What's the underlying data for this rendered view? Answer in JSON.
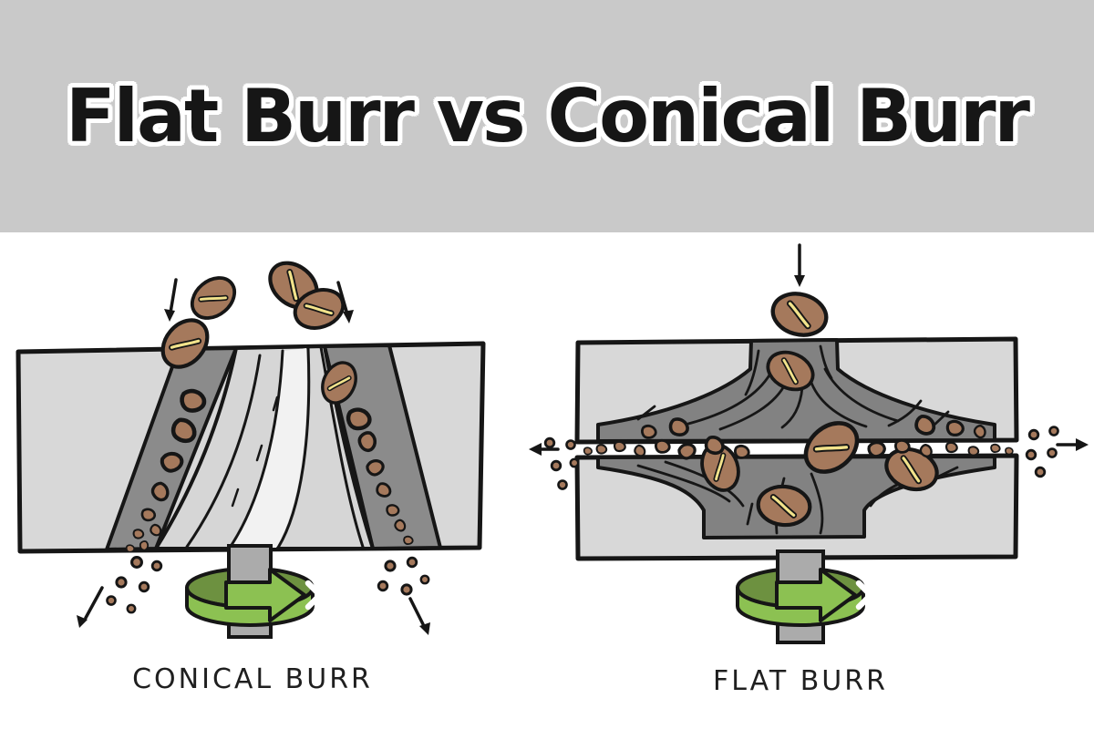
{
  "header": {
    "title": "Flat Burr vs Conical Burr"
  },
  "diagrams": {
    "conical": {
      "label": "CONICAL BURR"
    },
    "flat": {
      "label": "FLAT BURR"
    }
  },
  "colors": {
    "header_bg": "#c9c9c9",
    "canvas_bg": "#ffffff",
    "ink": "#161616",
    "plate": "#d8d8d8",
    "channel": "#8b8b8b",
    "funnel": "#828282",
    "cone": "#d6d6d6",
    "cone_band": "#f2f2f2",
    "bean": "#a5795c",
    "crease": "#f2e38b",
    "green": "#8cc152",
    "green_dark": "#6d9140",
    "shaft": "#ababab"
  }
}
